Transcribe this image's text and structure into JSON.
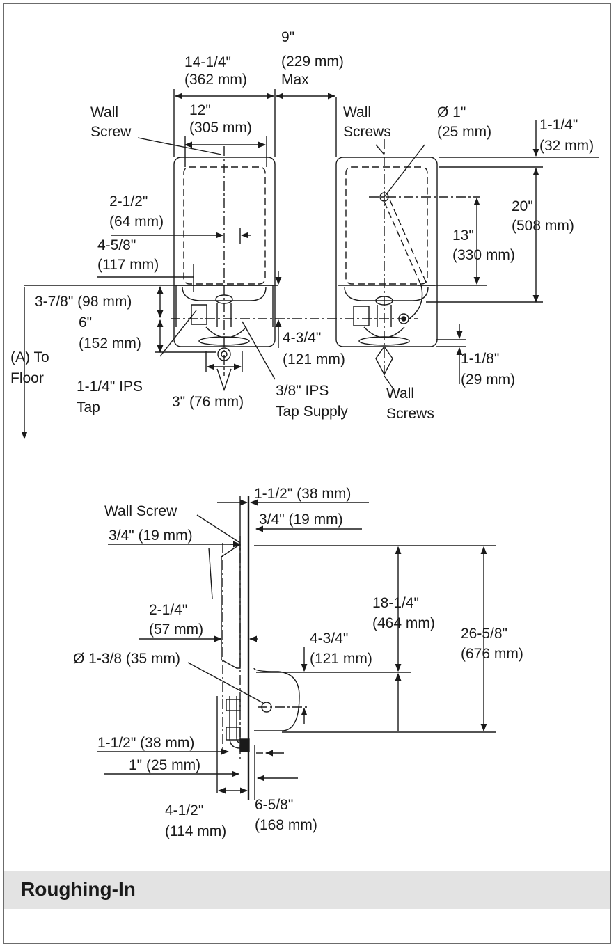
{
  "section_title": "Roughing-In",
  "front_view": {
    "dim_width_overall": [
      "14-1/4\"",
      "(362 mm)"
    ],
    "dim_spacing_max": [
      "9\"",
      "(229 mm)",
      "Max"
    ],
    "dim_screw_spacing": [
      "12\"",
      "(305 mm)"
    ],
    "wall_screw_left": [
      "Wall",
      "Screw"
    ],
    "wall_screws_right_top": [
      "Wall",
      "Screws"
    ],
    "dia_1": [
      "Ø 1\"",
      "(25 mm)"
    ],
    "dim_top_offset": [
      "1-1/4\"",
      "(32 mm)"
    ],
    "dim_20": [
      "20\"",
      "(508 mm)"
    ],
    "dim_13": [
      "13\"",
      "(330 mm)"
    ],
    "dim_2_1_2": [
      "2-1/2\"",
      "(64 mm)"
    ],
    "dim_4_5_8": [
      "4-5/8\"",
      "(117 mm)"
    ],
    "dim_3_7_8": "3-7/8\" (98 mm)",
    "dim_6": [
      "6\"",
      "(152 mm)"
    ],
    "to_floor": [
      "(A) To",
      "Floor"
    ],
    "dim_4_3_4": [
      "4-3/4\"",
      "(121 mm)"
    ],
    "dim_1_1_8": [
      "1-1/8\"",
      "(29 mm)"
    ],
    "ips_tap": [
      "1-1/4\" IPS",
      "Tap"
    ],
    "dim_3": "3\" (76 mm)",
    "tap_supply": [
      "3/8\" IPS",
      "Tap Supply"
    ],
    "wall_screws_bottom": [
      "Wall",
      "Screws"
    ]
  },
  "side_view": {
    "dim_1_1_2_top": "1-1/2\" (38 mm)",
    "wall_screw": "Wall Screw",
    "dim_3_4_right": "3/4\" (19 mm)",
    "dim_3_4_left": "3/4\" (19 mm)",
    "dim_18_1_4": [
      "18-1/4\"",
      "(464 mm)"
    ],
    "dim_26_5_8": [
      "26-5/8\"",
      "(676 mm)"
    ],
    "dim_2_1_4": [
      "2-1/4\"",
      "(57 mm)"
    ],
    "dim_4_3_4": [
      "4-3/4\"",
      "(121 mm)"
    ],
    "dia_1_3_8": "Ø 1-3/8 (35 mm)",
    "dim_1_1_2_bottom": "1-1/2\" (38 mm)",
    "dim_1": "1\" (25 mm)",
    "dim_4_1_2": [
      "4-1/2\"",
      "(114 mm)"
    ],
    "dim_6_5_8": [
      "6-5/8\"",
      "(168 mm)"
    ]
  }
}
